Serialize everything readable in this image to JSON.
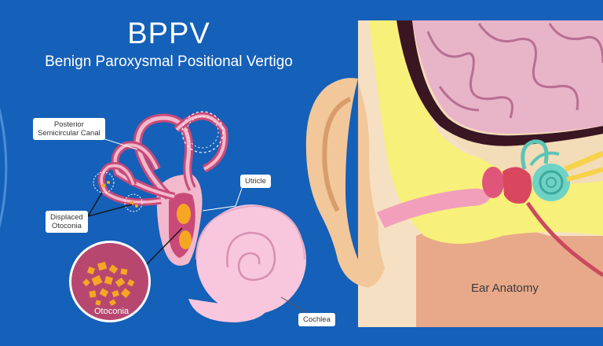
{
  "title": "BPPV",
  "subtitle": "Benign Paroxysmal Positional Vertigo",
  "labels": {
    "posterior_canal_line1": "Posterior",
    "posterior_canal_line2": "Semicircular Canal",
    "displaced_line1": "Displaced",
    "displaced_line2": "Otoconia",
    "utricle": "Utricle",
    "otoconia": "Otoconia",
    "cochlea": "Cochlea",
    "ear_anatomy": "Ear Anatomy"
  },
  "colors": {
    "background": "#1560b8",
    "canal_outer": "#c94a79",
    "canal_inner": "#f2b8cc",
    "cochlea": "#f8c7dd",
    "crystal": "#f5a623",
    "skin": "#f2c79a",
    "brain": "#e8b4c8",
    "fat": "#f7f07a",
    "nerve": "#f7d24a",
    "inner_ear_teal": "#6ed3c6"
  }
}
